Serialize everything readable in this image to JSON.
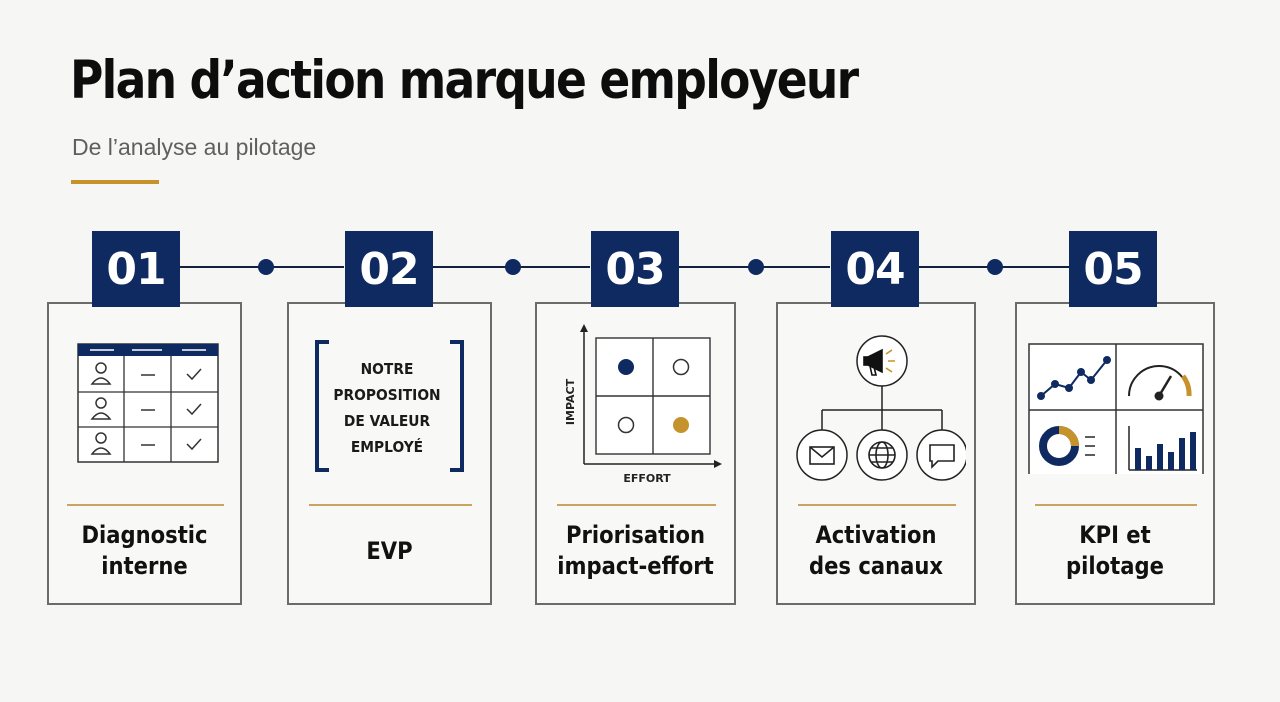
{
  "header": {
    "title": "Plan d’action marque employeur",
    "subtitle": "De l’analyse au pilotage"
  },
  "colors": {
    "navy": "#0e2a61",
    "gold": "#c6922c",
    "background": "#f6f6f5"
  },
  "steps": [
    {
      "number": "01",
      "label_line1": "Diagnostic",
      "label_line2": "interne",
      "icon": "table-grid-icon"
    },
    {
      "number": "02",
      "label_line1": "EVP",
      "label_line2": "",
      "icon": "bracketed-statement-icon",
      "statement": [
        "NOTRE",
        "PROPOSITION",
        "DE VALEUR",
        "EMPLOYÉ"
      ]
    },
    {
      "number": "03",
      "label_line1": "Priorisation",
      "label_line2": "impact-effort",
      "icon": "impact-effort-matrix-icon",
      "y_axis": "IMPACT",
      "x_axis": "EFFORT"
    },
    {
      "number": "04",
      "label_line1": "Activation",
      "label_line2": "des canaux",
      "icon": "channel-tree-icon"
    },
    {
      "number": "05",
      "label_line1": "KPI et",
      "label_line2": "pilotage",
      "icon": "dashboard-icon"
    }
  ]
}
